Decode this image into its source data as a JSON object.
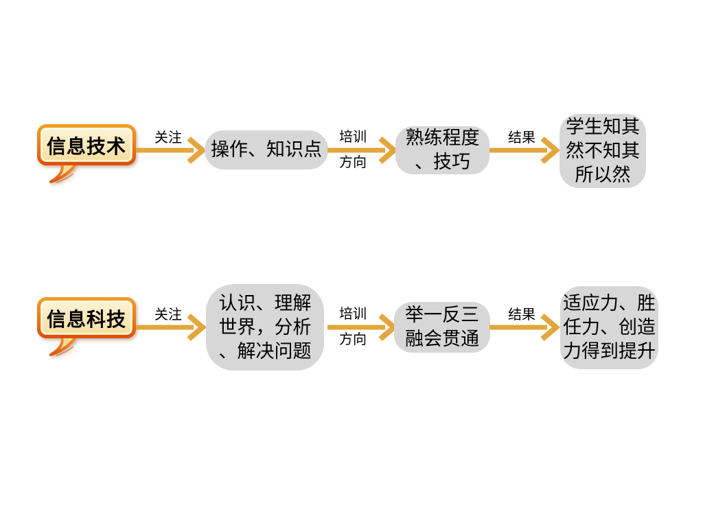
{
  "colors": {
    "background": "#ffffff",
    "arrow": "#E2A63C",
    "node_fill": "#D7D7D7",
    "text": "#000000",
    "bubble_fill_top": "#FDF5DA",
    "bubble_fill_bottom": "#F5DC9C",
    "bubble_border_top": "#F29C27",
    "bubble_border_bottom": "#DE500C"
  },
  "rows": [
    {
      "source": "信息技术",
      "arrow1": "关注",
      "node1": "操作、知识点",
      "arrow2": "培训\n方向",
      "node2": "熟练程度\n、技巧",
      "arrow3": "结果",
      "node3": "学生知其\n然不知其\n所以然"
    },
    {
      "source": "信息科技",
      "arrow1": "关注",
      "node1": "认识、理解\n世界，分析\n、解决问题",
      "arrow2": "培训\n方向",
      "node2": "举一反三\n融会贯通",
      "arrow3": "结果",
      "node3": "适应力、胜\n任力、创造\n力得到提升"
    }
  ]
}
